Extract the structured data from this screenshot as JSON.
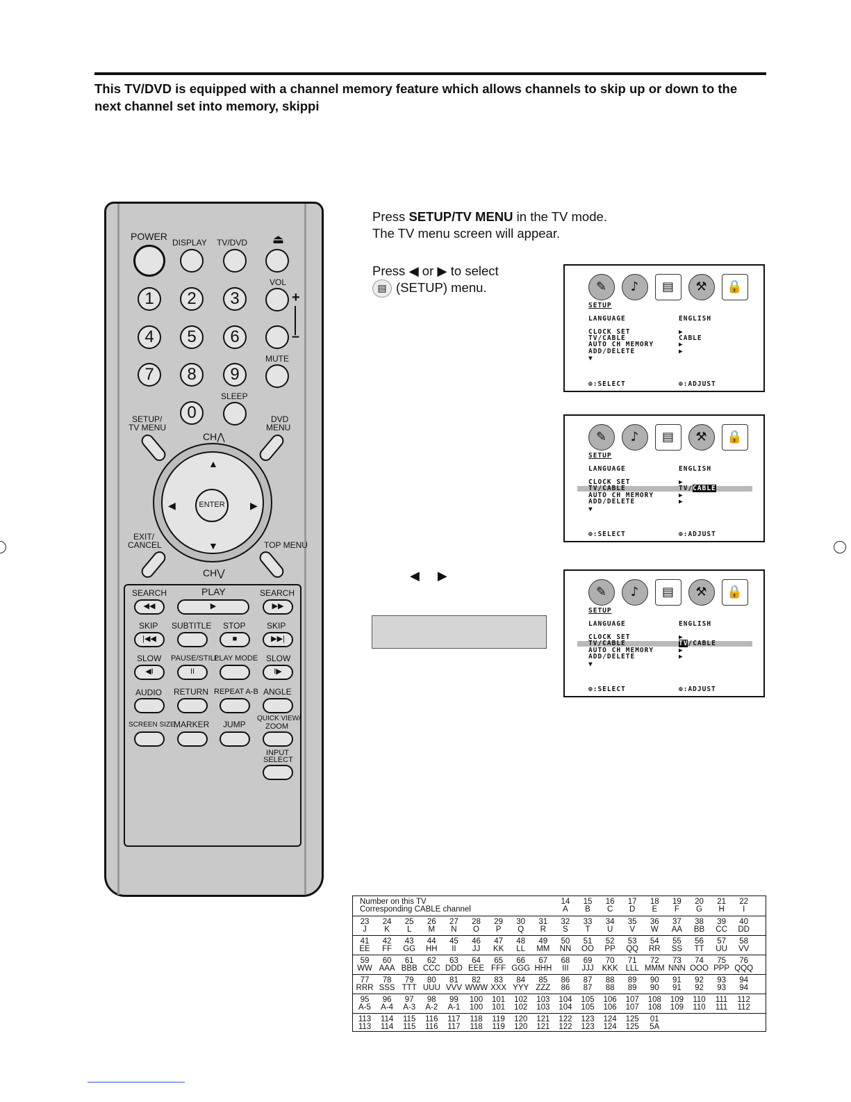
{
  "intro": "This TV/DVD is equipped with a channel memory feature which allows channels to skip up or down to the next channel set into memory, skippi",
  "remote": {
    "power": "POWER",
    "display": "DISPLAY",
    "tvdvd": "TV/DVD",
    "eject": "⏏",
    "vol": "VOL",
    "plus": "+",
    "minus": "–",
    "mute": "MUTE",
    "sleep": "SLEEP",
    "digits": [
      "1",
      "2",
      "3",
      "4",
      "5",
      "6",
      "7",
      "8",
      "9",
      "0"
    ],
    "setup1": "SETUP/",
    "setup2": "TV MENU",
    "dvd1": "DVD",
    "dvd2": "MENU",
    "chup": "CH⋀",
    "chdown": "CH⋁",
    "enter": "ENTER",
    "exit1": "EXIT/",
    "exit2": "CANCEL",
    "topmenu": "TOP MENU",
    "search": "SEARCH",
    "play": "PLAY",
    "skip": "SKIP",
    "subtitle": "SUBTITLE",
    "stop": "STOP",
    "slow": "SLOW",
    "pausestill": "PAUSE/STILL",
    "playmode": "PLAY MODE",
    "audio": "AUDIO",
    "return": "RETURN",
    "repeat": "REPEAT A-B",
    "angle": "ANGLE",
    "screensize": "SCREEN SIZE",
    "marker": "MARKER",
    "jump": "JUMP",
    "quick1": "QUICK VIEW/",
    "quick2": "ZOOM",
    "input1": "INPUT",
    "input2": "SELECT",
    "g_rew": "◀◀",
    "g_play": "▶",
    "g_ff": "▶▶",
    "g_prev": "|◀◀",
    "g_stop": "■",
    "g_next": "▶▶|",
    "g_slowl": "◀I",
    "g_pause": "II",
    "g_slowr": "I▶"
  },
  "step1": {
    "pre": "Press ",
    "bold": "SETUP/TV MENU",
    "post": " in the TV mode.",
    "line2": "The TV menu screen will appear."
  },
  "step2": {
    "line1a": "Press ",
    "left": "◀",
    "or": " or ",
    "right": "▶",
    "line1b": " to select",
    "icon": "▤",
    "line2": "(SETUP) menu."
  },
  "step3_arrows": {
    "left": "◀",
    "right": "▶"
  },
  "screen": {
    "title": "SETUP",
    "language": "LANGUAGE",
    "english": "ENGLISH",
    "clock": "CLOCK SET",
    "tvcable": "TV/CABLE",
    "cable": "CABLE",
    "auto": "AUTO CH MEMORY",
    "adddel": "ADD/DELETE",
    "down": "▼",
    "arrow": "▶",
    "select": "⊕:SELECT",
    "adjust": "⊕:ADJUST",
    "tv": "TV",
    "slash": "/",
    "tvslash": "TV/",
    "icons": [
      "✎",
      "♪",
      "▤",
      "⚒",
      "🔒"
    ]
  },
  "table": {
    "hdr1": "Number on this TV",
    "hdr2": "Corresponding CABLE channel",
    "first": {
      "tv": [
        "14",
        "15",
        "16",
        "17",
        "18",
        "19",
        "20",
        "21",
        "22"
      ],
      "cable": [
        "A",
        "B",
        "C",
        "D",
        "E",
        "F",
        "G",
        "H",
        "I"
      ]
    },
    "rows": [
      {
        "tv": [
          "23",
          "24",
          "25",
          "26",
          "27",
          "28",
          "29",
          "30",
          "31",
          "32",
          "33",
          "34",
          "35",
          "36",
          "37",
          "38",
          "39",
          "40"
        ],
        "cable": [
          "J",
          "K",
          "L",
          "M",
          "N",
          "O",
          "P",
          "Q",
          "R",
          "S",
          "T",
          "U",
          "V",
          "W",
          "AA",
          "BB",
          "CC",
          "DD"
        ]
      },
      {
        "tv": [
          "41",
          "42",
          "43",
          "44",
          "45",
          "46",
          "47",
          "48",
          "49",
          "50",
          "51",
          "52",
          "53",
          "54",
          "55",
          "56",
          "57",
          "58"
        ],
        "cable": [
          "EE",
          "FF",
          "GG",
          "HH",
          "II",
          "JJ",
          "KK",
          "LL",
          "MM",
          "NN",
          "OO",
          "PP",
          "QQ",
          "RR",
          "SS",
          "TT",
          "UU",
          "VV"
        ]
      },
      {
        "tv": [
          "59",
          "60",
          "61",
          "62",
          "63",
          "64",
          "65",
          "66",
          "67",
          "68",
          "69",
          "70",
          "71",
          "72",
          "73",
          "74",
          "75",
          "76"
        ],
        "cable": [
          "WW",
          "AAA",
          "BBB",
          "CCC",
          "DDD",
          "EEE",
          "FFF",
          "GGG",
          "HHH",
          "III",
          "JJJ",
          "KKK",
          "LLL",
          "MMM",
          "NNN",
          "OOO",
          "PPP",
          "QQQ"
        ]
      },
      {
        "tv": [
          "77",
          "78",
          "79",
          "80",
          "81",
          "82",
          "83",
          "84",
          "85",
          "86",
          "87",
          "88",
          "89",
          "90",
          "91",
          "92",
          "93",
          "94"
        ],
        "cable": [
          "RRR",
          "SSS",
          "TTT",
          "UUU",
          "VVV",
          "WWW",
          "XXX",
          "YYY",
          "ZZZ",
          "86",
          "87",
          "88",
          "89",
          "90",
          "91",
          "92",
          "93",
          "94"
        ]
      },
      {
        "tv": [
          "95",
          "96",
          "97",
          "98",
          "99",
          "100",
          "101",
          "102",
          "103",
          "104",
          "105",
          "106",
          "107",
          "108",
          "109",
          "110",
          "111",
          "112"
        ],
        "cable": [
          "A-5",
          "A-4",
          "A-3",
          "A-2",
          "A-1",
          "100",
          "101",
          "102",
          "103",
          "104",
          "105",
          "106",
          "107",
          "108",
          "109",
          "110",
          "111",
          "112"
        ]
      },
      {
        "tv": [
          "113",
          "114",
          "115",
          "116",
          "117",
          "118",
          "119",
          "120",
          "121",
          "122",
          "123",
          "124",
          "125",
          "01",
          "",
          "",
          "",
          ""
        ],
        "cable": [
          "113",
          "114",
          "115",
          "116",
          "117",
          "118",
          "119",
          "120",
          "121",
          "122",
          "123",
          "124",
          "125",
          "5A",
          "",
          "",
          "",
          ""
        ]
      }
    ]
  }
}
